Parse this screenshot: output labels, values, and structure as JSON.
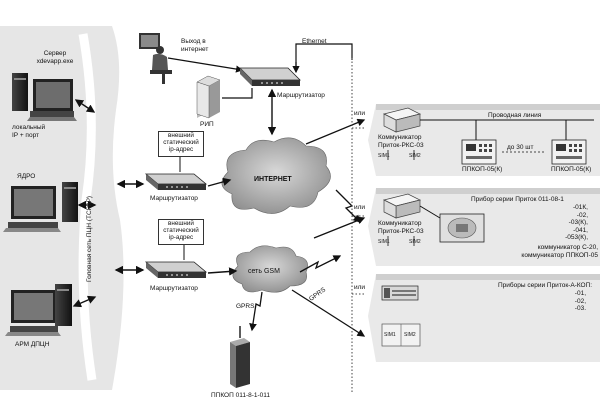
{
  "left_panel": {
    "vertical_label": "Головная сеть ПЦН (TCP/IP)",
    "server_label": [
      "Сервер",
      "xdevapp.exe"
    ],
    "local_ip_label": [
      "локальный",
      "IP + порт"
    ],
    "core_label": "ЯДРО",
    "arm_label": "АРМ ДПЦН"
  },
  "top": {
    "internet_exit_label": [
      "Выход в",
      "интернет"
    ],
    "ethernet_label": "Ethernet",
    "router_label": "Маршрутизатор",
    "rip_label": "РИП"
  },
  "middle": {
    "static_ip_label_1": [
      "внешний",
      "статический",
      "ip-адрес"
    ],
    "router_label_1": "Маршрутизатор",
    "static_ip_label_2": [
      "внешний",
      "статический",
      "ip-адрес"
    ],
    "router_label_2": "Маршрутизатор",
    "internet_cloud_label": "ИНТЕРНЕТ",
    "gsm_cloud_label": "сеть GSM",
    "gprs_label_left": "GPRS",
    "gprs_label_right": "GPRS",
    "device_label": "ППКОП 011-8-1-011"
  },
  "right": {
    "or_label_1": "или",
    "or_label_2": "или",
    "or_label_3": "или",
    "panel1": {
      "communicator_label": [
        "Коммуникатор",
        "Приток-РКС-03"
      ],
      "sim1": "SIM1",
      "sim2": "SIM2",
      "wired_line_label": "Проводная линия",
      "up_to_label": "до 30 шт",
      "device_a_label": "ППКОП-05(К)",
      "device_b_label": "ППКОП-05(К)"
    },
    "panel2": {
      "title": "Прибор серии Приток 011-08-1",
      "models": [
        "-01К,",
        "-02,",
        "-03(К),",
        "-041,",
        "-053(К),"
      ],
      "communicator_label": [
        "Коммуникатор",
        "Приток-РКС-03"
      ],
      "sim1": "SIM1",
      "sim2": "SIM2",
      "extra_label": [
        "коммуникатор С-20,",
        "коммуникатор ППКОП-05"
      ]
    },
    "panel3": {
      "title": "Приборы серии Приток-А-КОП:",
      "models": [
        "-01,",
        "-02,",
        "-03."
      ],
      "sim1": "SIM1",
      "sim2": "SIM2"
    }
  }
}
